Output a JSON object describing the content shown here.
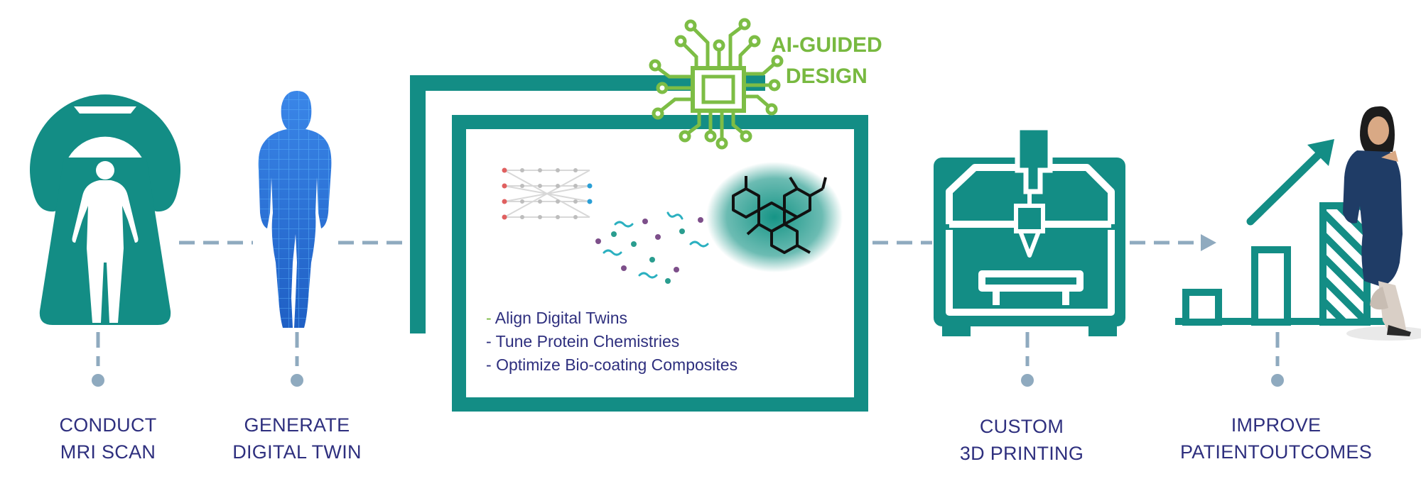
{
  "colors": {
    "teal": "#138d85",
    "connector": "#8faabf",
    "ai_green": "#7dbd45",
    "text_navy": "#2e2f7e",
    "digital_twin_blue": "#2f72d6"
  },
  "steps": [
    {
      "id": "mri",
      "icon": "mri-scanner-icon",
      "lines": [
        "CONDUCT",
        "MRI SCAN"
      ]
    },
    {
      "id": "twin",
      "icon": "digital-twin-body-icon",
      "lines": [
        "GENERATE",
        "DIGITAL TWIN"
      ]
    },
    {
      "id": "print",
      "icon": "3d-printer-icon",
      "lines": [
        "CUSTOM",
        "3D PRINTING"
      ]
    },
    {
      "id": "outcomes",
      "icon": "bar-chart-growth-icon",
      "lines": [
        "IMPROVE",
        "PATIENTOUTCOMES"
      ]
    }
  ],
  "ai_design": {
    "icon": "ai-chip-circuit-icon",
    "lines": [
      "AI-GUIDED",
      "DESIGN"
    ],
    "bullets": [
      {
        "dash": "-",
        "text": "Align Digital Twins",
        "dash_color": "green"
      },
      {
        "dash": "-",
        "text": "Tune Protein Chemistries",
        "dash_color": "navy"
      },
      {
        "dash": "-",
        "text": "Optimize Bio-coating Composites",
        "dash_color": "navy"
      }
    ]
  }
}
